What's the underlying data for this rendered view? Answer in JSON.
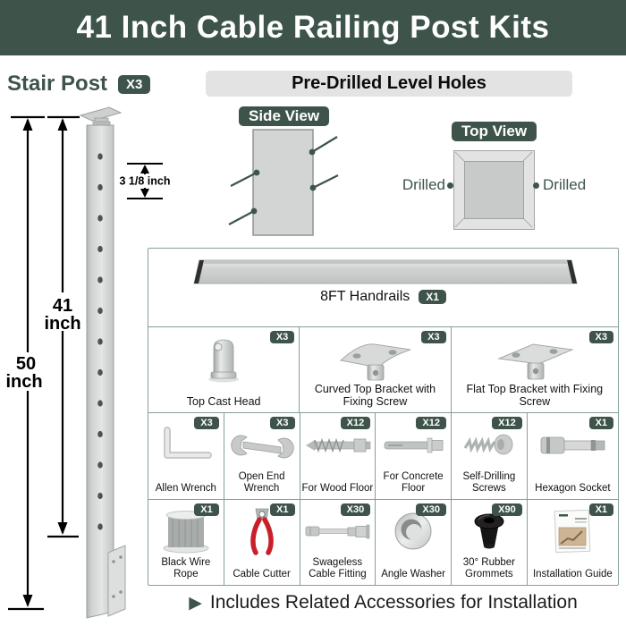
{
  "colors": {
    "brand_green": "#3E544B",
    "table_border": "#85A094",
    "header_gray": "#E3E3E3"
  },
  "banner": {
    "title": "41 Inch Cable Railing Post Kits"
  },
  "stair_post": {
    "label": "Stair Post",
    "qty": "X3"
  },
  "post_diagram": {
    "overall_height_value": "50",
    "overall_height_unit": "inch",
    "post_height_value": "41",
    "post_height_unit": "inch",
    "hole_spacing": "3 1/8 inch"
  },
  "predrilled": {
    "title": "Pre-Drilled Level Holes",
    "side_view": "Side View",
    "top_view": "Top View",
    "drilled_left": "Drilled",
    "drilled_right": "Drilled"
  },
  "kit": {
    "handrail": {
      "label": "8FT Handrails",
      "qty": "X1"
    },
    "rows": [
      [
        {
          "label": "Top Cast Head",
          "qty": "X3",
          "icon": "top-cast-head-icon"
        },
        {
          "label": "Curved Top Bracket with Fixing Screw",
          "qty": "X3",
          "icon": "curved-top-bracket-icon"
        },
        {
          "label": "Flat Top Bracket with Fixing Screw",
          "qty": "X3",
          "icon": "flat-top-bracket-icon"
        }
      ],
      [
        {
          "label": "Allen Wrench",
          "qty": "X3",
          "icon": "allen-wrench-icon"
        },
        {
          "label": "Open End Wrench",
          "qty": "X3",
          "icon": "open-end-wrench-icon"
        },
        {
          "label": "For Wood Floor",
          "qty": "X12",
          "icon": "wood-screw-icon"
        },
        {
          "label": "For Concrete Floor",
          "qty": "X12",
          "icon": "concrete-anchor-icon"
        },
        {
          "label": "Self-Drilling Screws",
          "qty": "X12",
          "icon": "self-drilling-screw-icon"
        },
        {
          "label": "Hexagon Socket",
          "qty": "X1",
          "icon": "hexagon-socket-icon"
        }
      ],
      [
        {
          "label": "Black Wire Rope",
          "qty": "X1",
          "icon": "wire-rope-spool-icon"
        },
        {
          "label": "Cable Cutter",
          "qty": "X1",
          "icon": "cable-cutter-icon"
        },
        {
          "label": "Swageless Cable Fitting",
          "qty": "X30",
          "icon": "swageless-fitting-icon"
        },
        {
          "label": "Angle Washer",
          "qty": "X30",
          "icon": "angle-washer-icon"
        },
        {
          "label": "30° Rubber Grommets",
          "qty": "X90",
          "icon": "rubber-grommet-icon"
        },
        {
          "label": "Installation Guide",
          "qty": "X1",
          "icon": "installation-guide-icon"
        }
      ]
    ],
    "note": "Includes Related Accessories for Installation"
  }
}
